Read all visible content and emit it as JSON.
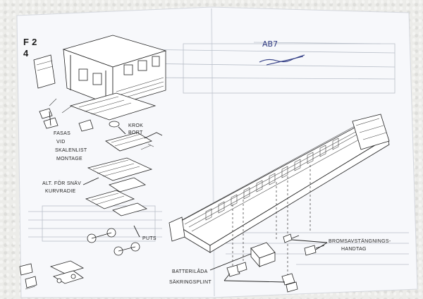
{
  "sheet": {
    "page_code": "F 2",
    "page_number": "4",
    "handwritten_note": "AB7",
    "labels": {
      "fasas": "FASAS",
      "vid": "VID",
      "skalenlist": "SKALENLIST",
      "montage": "MONTAGE",
      "krok": "KROK",
      "bort": "BORT",
      "alt": "ALT. FÖR SNÄV",
      "kurvradie": "KURVRADIE",
      "puts": "PUTS",
      "batterilada": "BATTERILÅDA",
      "sakringsplint": "SÄKRINGSPLINT",
      "bromsavstangnings": "BROMSAVSTÄNGNINGS-",
      "handtag": "HANDTAG"
    }
  }
}
